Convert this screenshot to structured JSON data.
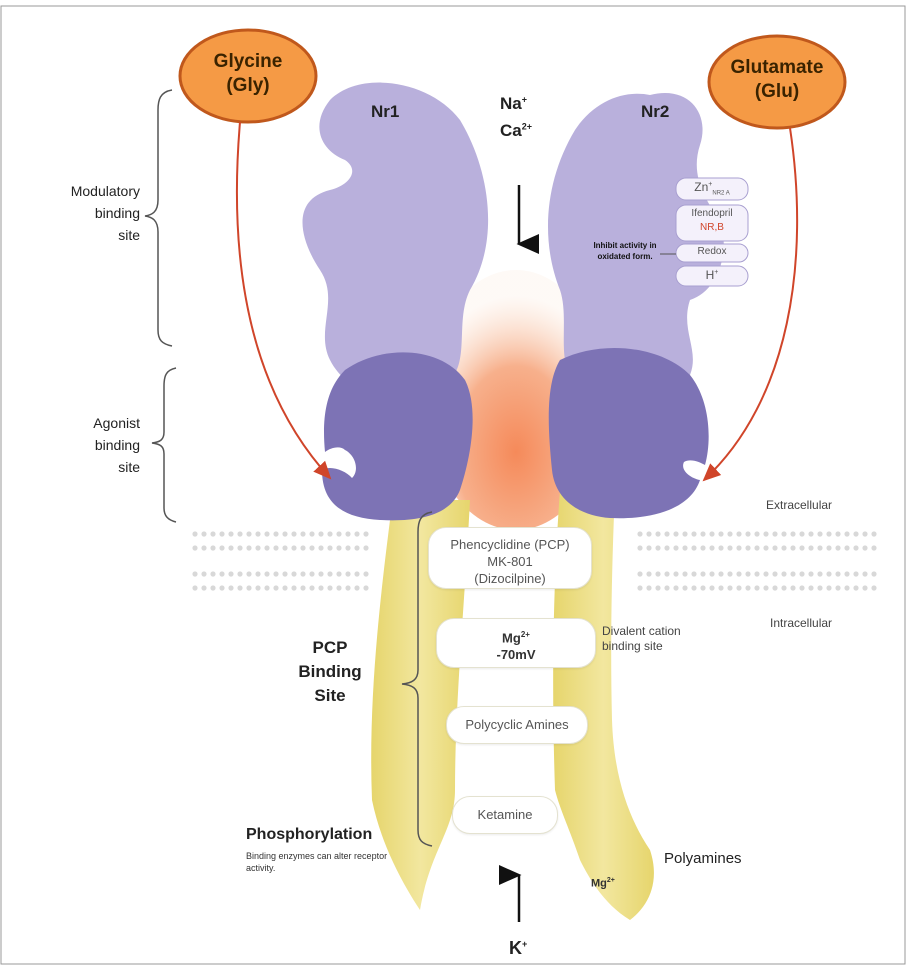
{
  "colors": {
    "ligand_fill": "#f59a45",
    "ligand_stroke": "#c0581c",
    "nr_light": "#b9b0dc",
    "nr_dark": "#7d73b5",
    "channel_orange": "#f6a27a",
    "membrane_yellow": "#ecdc82",
    "arrow_red": "#d0452a"
  },
  "ligands": {
    "glycine_name": "Glycine",
    "glycine_abbr": "(Gly)",
    "glutamate_name": "Glutamate",
    "glutamate_abbr": "(Glu)"
  },
  "subunits": {
    "left": "Nr1",
    "right": "Nr2"
  },
  "ions_in": {
    "na": "Na",
    "na_sup": "+",
    "ca": "Ca",
    "ca_sup": "2+"
  },
  "ion_out": {
    "k": "K",
    "k_sup": "+"
  },
  "sites": {
    "modulatory": [
      "Modulatory",
      "binding",
      "site"
    ],
    "agonist": [
      "Agonist",
      "binding",
      "site"
    ],
    "pcp": [
      "PCP",
      "Binding",
      "Site"
    ]
  },
  "nr2_modulators": {
    "zn": "Zn",
    "zn_sup": "+",
    "zn_sub": "NR2 A",
    "ifendopril": "Ifendopril",
    "ifendopril_sub": "NR,B",
    "redox": "Redox",
    "h": "H",
    "h_sup": "+",
    "redox_note": "Inhibit activity in oxidated form."
  },
  "membrane": {
    "extracellular": "Extracellular",
    "intracellular": "Intracellular"
  },
  "channel_sites": {
    "pcp_lines": [
      "Phencyclidine (PCP)",
      "MK-801",
      "(Dizocilpine)"
    ],
    "mg": "Mg",
    "mg_sup": "2+",
    "voltage": "-70mV",
    "divalent_note": "Divalent cation binding site",
    "polycyclic": "Polycyclic Amines",
    "ketamine": "Ketamine"
  },
  "phosphorylation": {
    "title": "Phosphorylation",
    "note": "Binding enzymes can alter receptor activity."
  },
  "polyamines": "Polyamines",
  "mg_bottom": "Mg",
  "mg_bottom_sup": "2+"
}
